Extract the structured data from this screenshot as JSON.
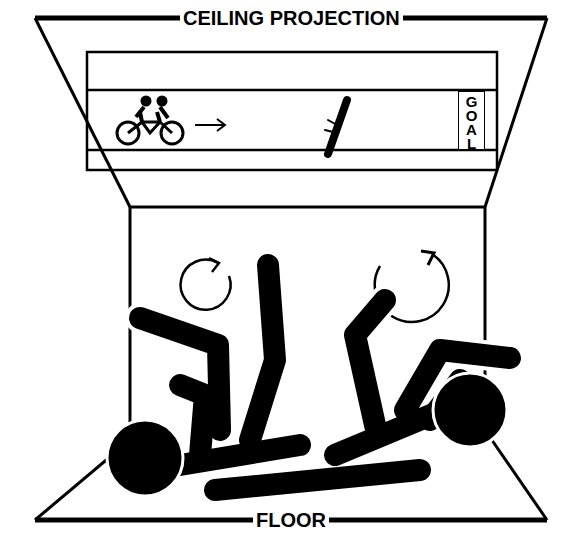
{
  "diagram": {
    "nodes": [
      {
        "text": [
          "GOAL"
        ]
      }
    ],
    "labels": [
      "CEILING PROJECTION",
      "FLOOR"
    ]
  }
}
